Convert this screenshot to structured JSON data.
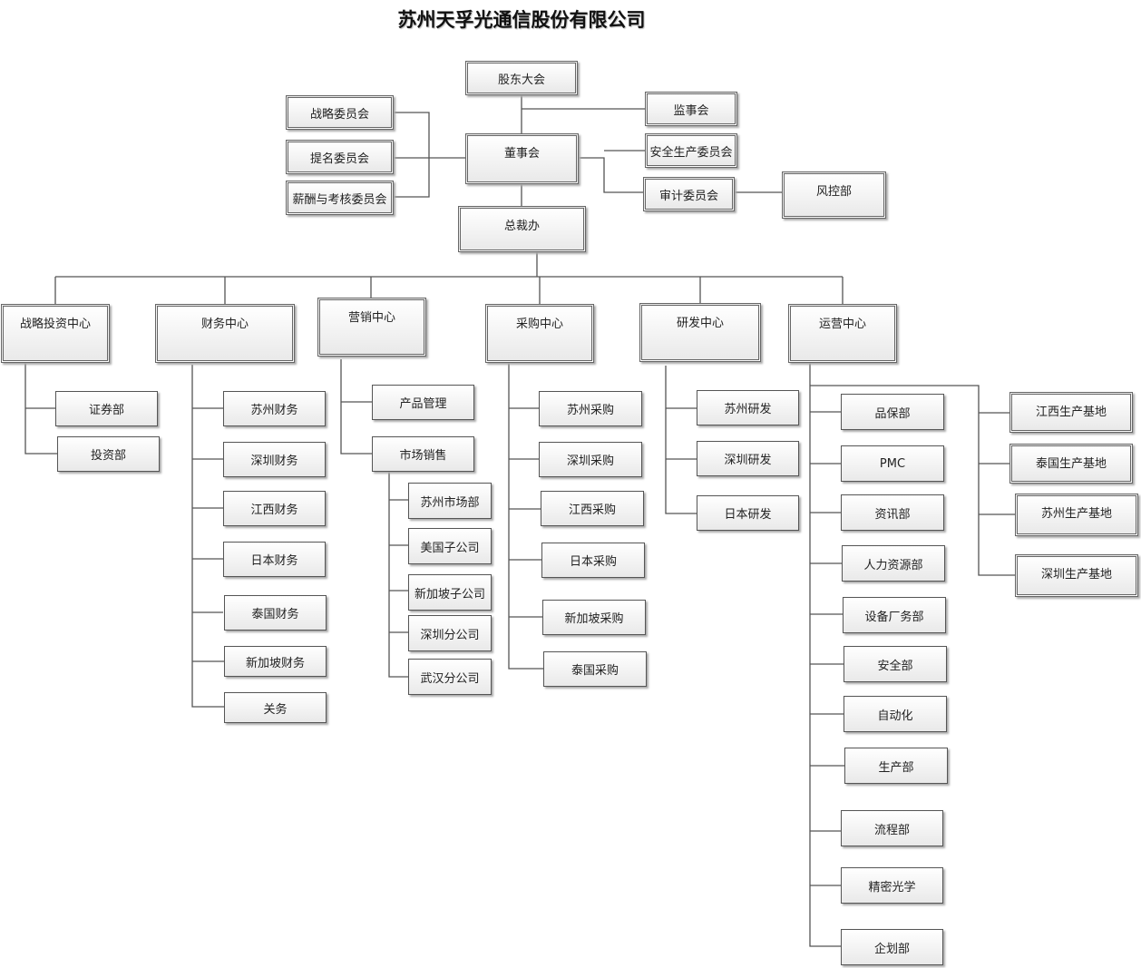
{
  "title": "苏州天孚光通信股份有限公司",
  "top": {
    "shareholders": "股东大会",
    "supervisory": "监事会",
    "board": "董事会",
    "strategy_committee": "战略委员会",
    "nomination_committee": "提名委员会",
    "compensation_committee": "薪酬与考核委员会",
    "safety_committee": "安全生产委员会",
    "audit_committee": "审计委员会",
    "risk_control": "风控部",
    "president_office": "总裁办"
  },
  "centers": [
    {
      "name": "战略投资中心",
      "children": [
        "证券部",
        "投资部"
      ]
    },
    {
      "name": "财务中心",
      "children": [
        "苏州财务",
        "深圳财务",
        "江西财务",
        "日本财务",
        "泰国财务",
        "新加坡财务",
        "关务"
      ]
    },
    {
      "name": "营销中心",
      "children": [
        "产品管理",
        "市场销售"
      ],
      "sales_children": [
        "苏州市场部",
        "美国子公司",
        "新加坡子公司",
        "深圳分公司",
        "武汉分公司"
      ]
    },
    {
      "name": "采购中心",
      "children": [
        "苏州采购",
        "深圳采购",
        "江西采购",
        "日本采购",
        "新加坡采购",
        "泰国采购"
      ]
    },
    {
      "name": "研发中心",
      "children": [
        "苏州研发",
        "深圳研发",
        "日本研发"
      ]
    },
    {
      "name": "运营中心",
      "children": [
        "品保部",
        "PMC",
        "资讯部",
        "人力资源部",
        "设备厂务部",
        "安全部",
        "自动化",
        "生产部",
        "流程部",
        "精密光学",
        "企划部"
      ],
      "bases": [
        "江西生产基地",
        "泰国生产基地",
        "苏州生产基地",
        "深圳生产基地"
      ]
    }
  ]
}
